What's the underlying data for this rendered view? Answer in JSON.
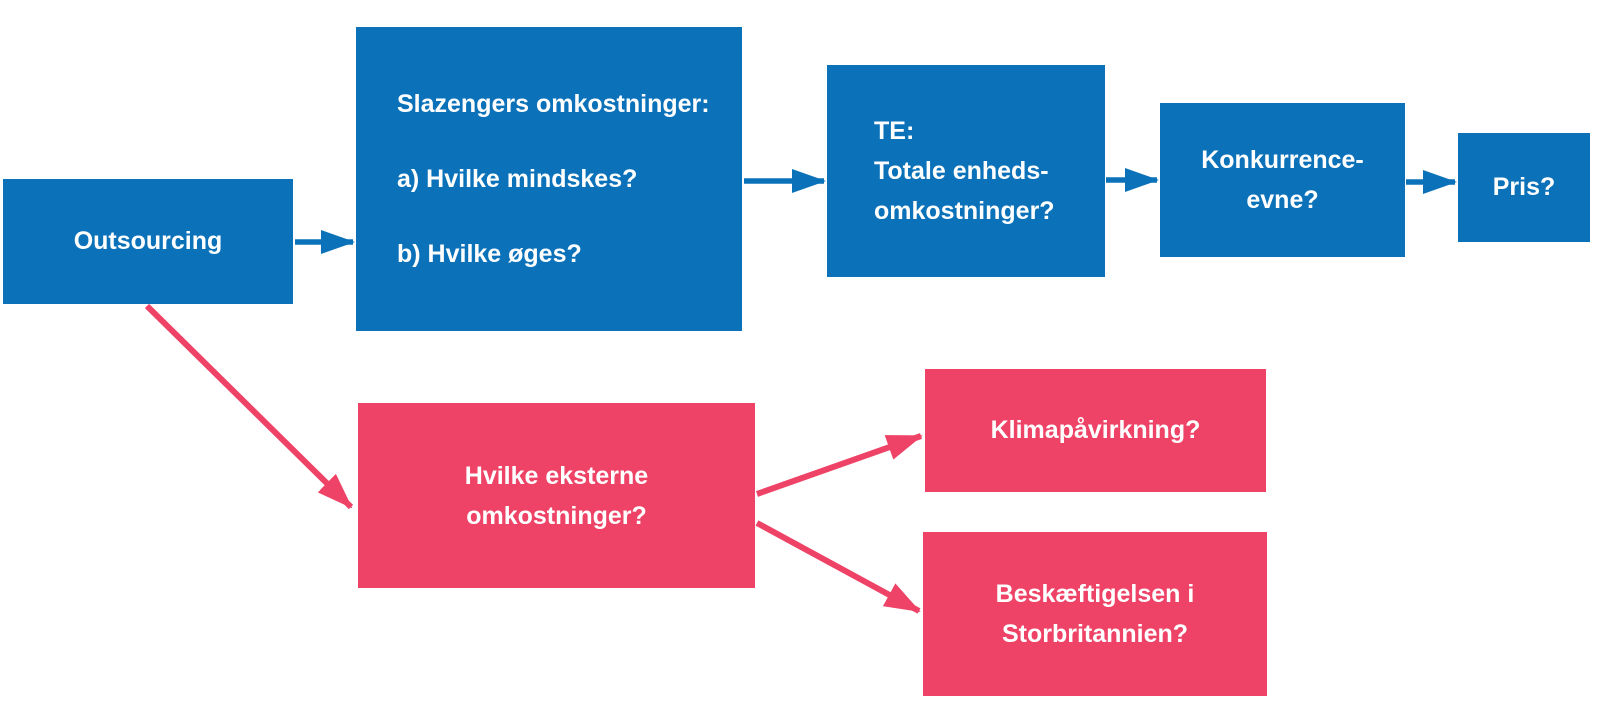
{
  "diagram": {
    "colors": {
      "blue": "#0b72ba",
      "pink": "#ee4266",
      "text_on_node": "#ffffff",
      "background": "#ffffff"
    },
    "nodes": {
      "outsourcing": {
        "label": "Outsourcing",
        "color": "blue"
      },
      "slazengers": {
        "lines": [
          "Slazengers omkostninger:",
          "a) Hvilke mindskes?",
          "b) Hvilke øges?"
        ],
        "color": "blue"
      },
      "te": {
        "lines": [
          "TE:",
          "Totale enheds-",
          "omkostninger?"
        ],
        "color": "blue"
      },
      "konkurrence": {
        "lines": [
          "Konkurrence-",
          "evne?"
        ],
        "color": "blue"
      },
      "pris": {
        "label": "Pris?",
        "color": "blue"
      },
      "eksterne": {
        "lines": [
          "Hvilke eksterne",
          "omkostninger?"
        ],
        "color": "pink"
      },
      "klima": {
        "label": "Klimapåvirkning?",
        "color": "pink"
      },
      "besk": {
        "lines": [
          "Beskæftigelsen i",
          "Storbritannien?"
        ],
        "color": "pink"
      }
    },
    "edges": [
      {
        "from": "outsourcing",
        "to": "slazengers",
        "color": "blue"
      },
      {
        "from": "slazengers",
        "to": "te",
        "color": "blue"
      },
      {
        "from": "te",
        "to": "konkurrence",
        "color": "blue"
      },
      {
        "from": "konkurrence",
        "to": "pris",
        "color": "blue"
      },
      {
        "from": "outsourcing",
        "to": "eksterne",
        "color": "pink"
      },
      {
        "from": "eksterne",
        "to": "klima",
        "color": "pink"
      },
      {
        "from": "eksterne",
        "to": "besk",
        "color": "pink"
      }
    ]
  }
}
